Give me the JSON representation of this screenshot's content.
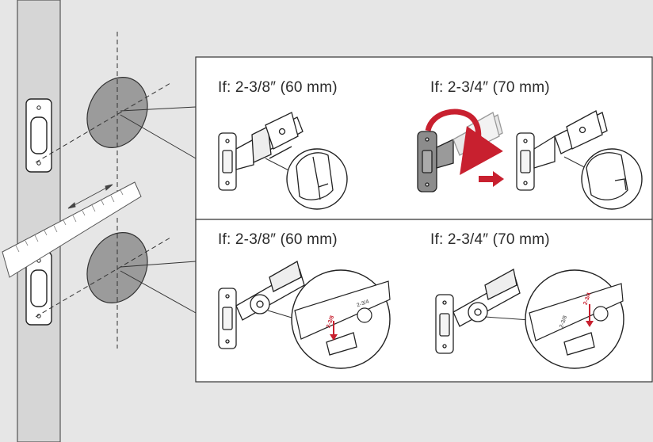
{
  "panels": {
    "top_left": {
      "label": "If: 2-3/8″ (60 mm)"
    },
    "top_right": {
      "label": "If: 2-3/4″ (70 mm)"
    },
    "bottom_left": {
      "label": "If: 2-3/8″ (60 mm)"
    },
    "bottom_right": {
      "label": "If: 2-3/4″ (70 mm)"
    }
  },
  "plate_marks": {
    "bottom_left": {
      "primary": "2-3/8",
      "secondary": "2-3/4"
    },
    "bottom_right": {
      "primary": "2-3/4",
      "secondary": "2-3/8"
    }
  },
  "colors": {
    "accent": "#c8202f",
    "hole": "#9b9b9b",
    "door": "#d8d8d8",
    "line": "#2b2b2b",
    "background": "#e6e6e6",
    "panel": "#ffffff"
  }
}
